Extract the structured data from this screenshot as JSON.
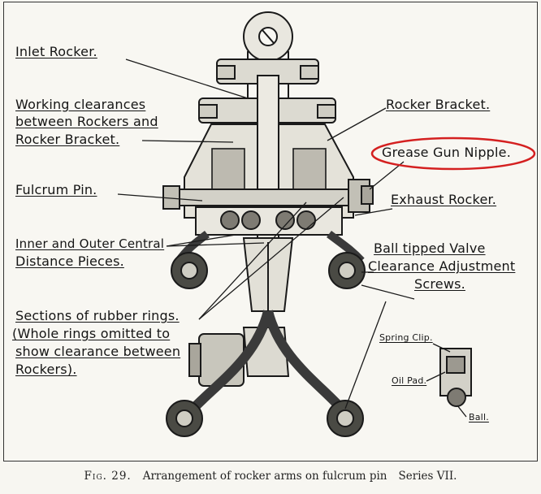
{
  "labels": {
    "inlet_rocker": "Inlet Rocker.",
    "working_clearances_1": "Working clearances",
    "working_clearances_2": "between Rockers and",
    "working_clearances_3": "Rocker Bracket.",
    "rocker_bracket": "Rocker Bracket.",
    "grease_gun_nipple": "Grease Gun Nipple.",
    "fulcrum_pin": "Fulcrum Pin.",
    "exhaust_rocker": "Exhaust Rocker.",
    "distance_pieces_1": "Inner and Outer Central",
    "distance_pieces_2": "Distance Pieces.",
    "ball_tipped_1": "Ball tipped  Valve",
    "ball_tipped_2": "Clearance Adjustment",
    "ball_tipped_3": "Screws.",
    "rubber_rings_1": "Sections of rubber rings.",
    "rubber_rings_2": "(Whole rings omitted to",
    "rubber_rings_3": "show clearance between",
    "rubber_rings_4": "Rockers).",
    "spring_clip": "Spring Clip.",
    "oil_pad": "Oil Pad.",
    "ball": "Ball."
  },
  "caption": {
    "fig_number": "Fig. 29.",
    "text": "Arrangement of rocker arms on fulcrum pin",
    "series": "Series VII."
  },
  "colors": {
    "highlight_ellipse": "#d42020",
    "ink": "#151515"
  }
}
